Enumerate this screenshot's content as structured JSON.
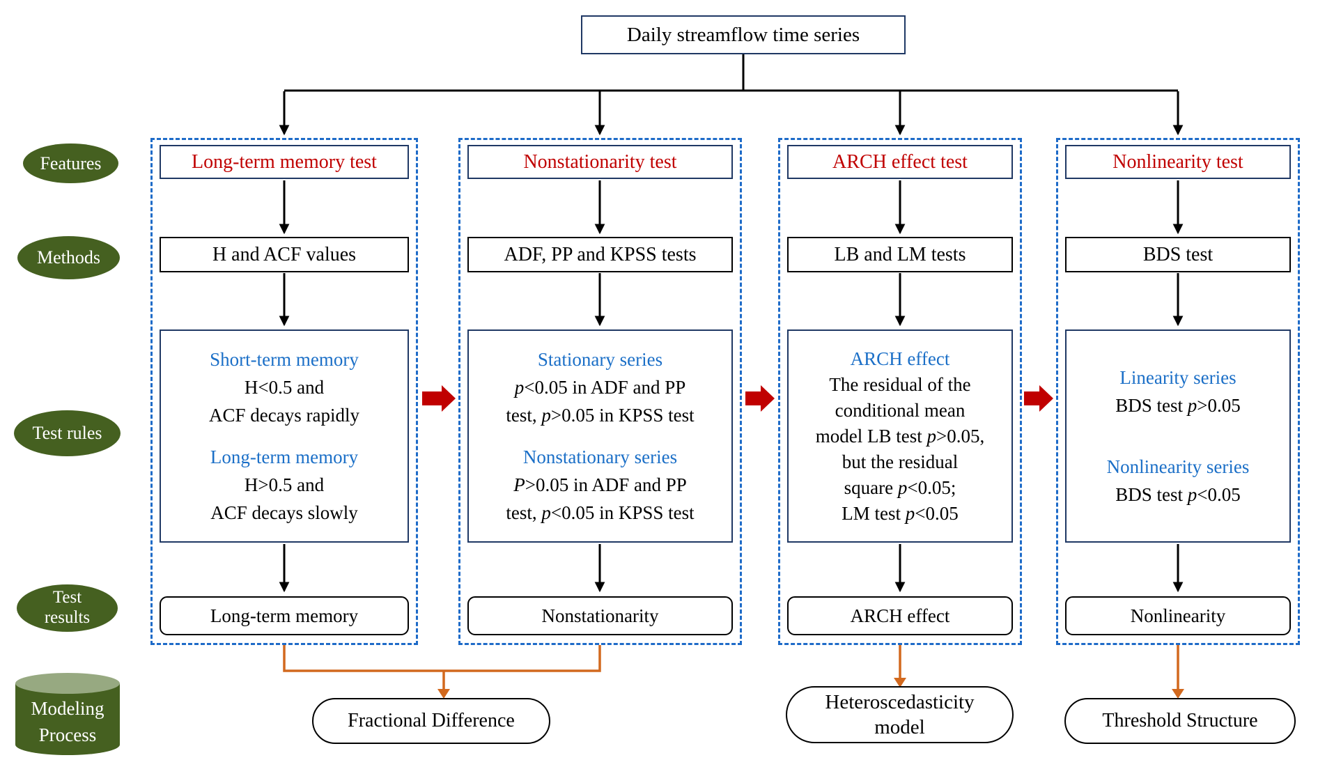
{
  "title": "Daily streamflow time series",
  "row_labels": {
    "features": "Features",
    "methods": "Methods",
    "test_rules": "Test rules",
    "test_results_line1": "Test",
    "test_results_line2": "results",
    "modeling_line1": "Modeling",
    "modeling_line2": "Process"
  },
  "columns": [
    {
      "feature": "Long-term memory test",
      "method": "H and ACF values",
      "rules": [
        {
          "heading": "Short-term memory",
          "lines": [
            "H<0.5 and",
            "ACF decays rapidly"
          ]
        },
        {
          "heading": "Long-term memory",
          "lines": [
            "H>0.5 and",
            "ACF decays slowly"
          ]
        }
      ],
      "result": "Long-term memory"
    },
    {
      "feature": "Nonstationarity test",
      "method": "ADF, PP and KPSS tests",
      "rules": [
        {
          "heading": "Stationary series",
          "lines": [
            "*p*<0.05 in ADF and PP",
            "test, *p*>0.05 in KPSS test"
          ]
        },
        {
          "heading": "Nonstationary series",
          "lines": [
            "*P*>0.05 in ADF and PP",
            "test, *p*<0.05 in KPSS test"
          ]
        }
      ],
      "result": "Nonstationarity"
    },
    {
      "feature": "ARCH effect test",
      "method": "LB and LM tests",
      "rules": [
        {
          "heading": "ARCH effect",
          "lines": [
            "The residual of the",
            "conditional mean",
            "model LB test *p*>0.05,",
            "but the residual",
            "square *p*<0.05;",
            "LM test *p*<0.05"
          ]
        }
      ],
      "result": "ARCH effect"
    },
    {
      "feature": "Nonlinearity test",
      "method": "BDS test",
      "rules": [
        {
          "heading": "Linearity series",
          "lines": [
            "BDS test *p*>0.05"
          ]
        },
        {
          "heading": "Nonlinearity series",
          "lines": [
            "BDS test *p*<0.05"
          ]
        }
      ],
      "result": "Nonlinearity"
    }
  ],
  "outputs": {
    "fractional_difference": "Fractional Difference",
    "heteroscedasticity_line1": "Heteroscedasticity",
    "heteroscedasticity_line2": "model",
    "threshold_structure": "Threshold Structure"
  },
  "colors": {
    "feature_text": "#c00000",
    "rule_heading_text": "#1b6fc7",
    "dashed_border": "#1e6bc8",
    "box_border": "#1f3864",
    "flow_arrow": "#000000",
    "transfer_arrow": "#c00000",
    "output_arrow": "#d2691e",
    "label_fill": "#456020",
    "cylinder_top_fill": "#97a981"
  }
}
